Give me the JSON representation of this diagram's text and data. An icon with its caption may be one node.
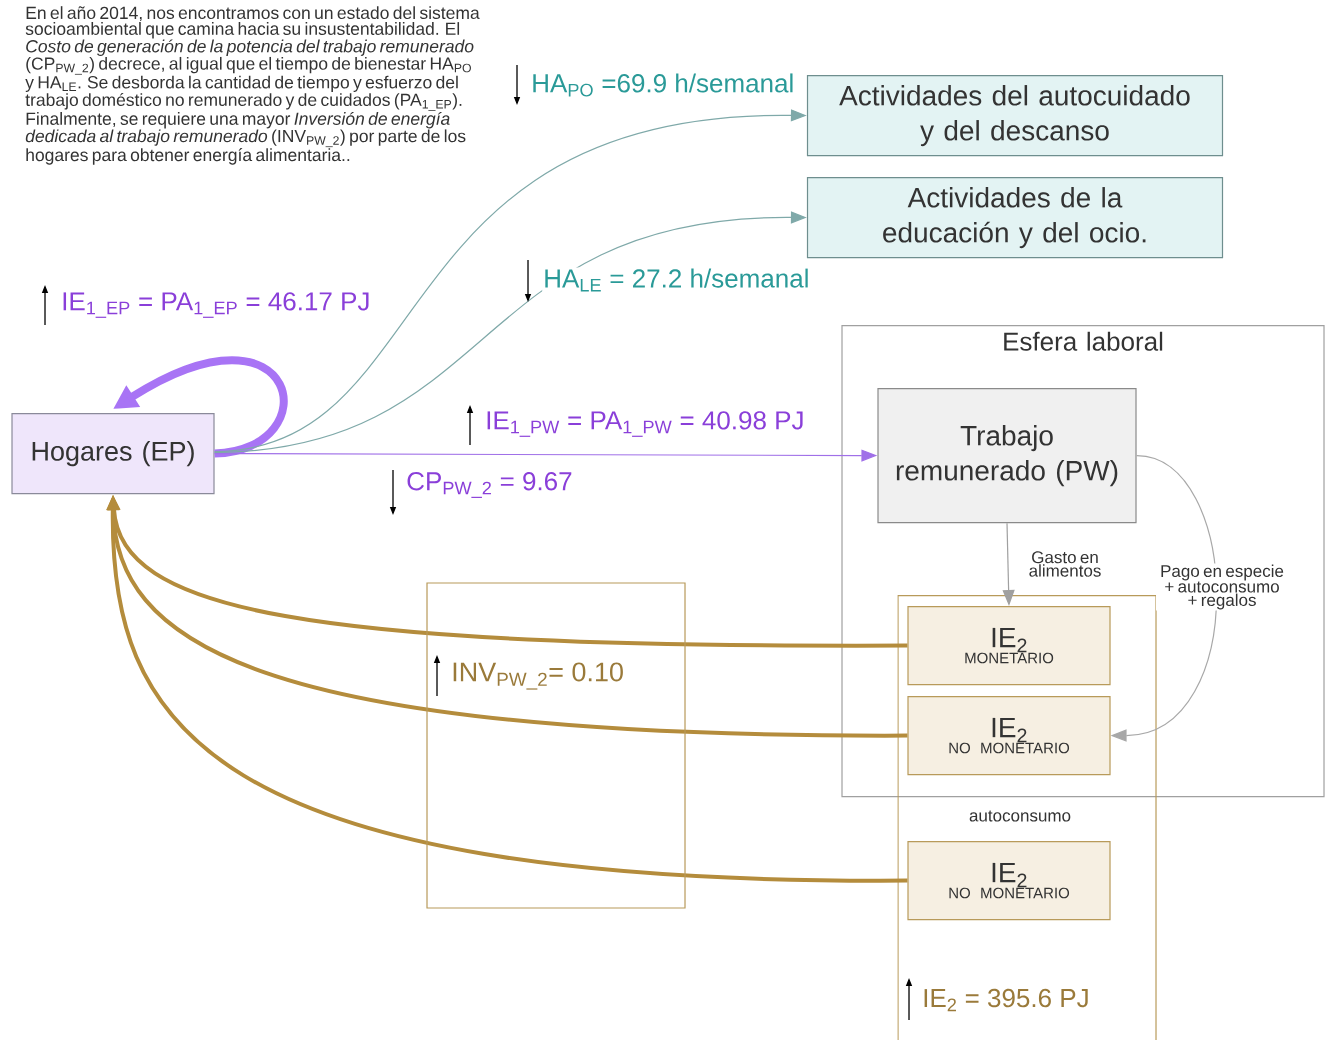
{
  "diagram": {
    "nodes": [
      {
        "text": [
          "Hogares (EP)"
        ]
      },
      {
        "text": [
          "Actividades del autocuidado y del descanso"
        ]
      },
      {
        "text": [
          "Actividades de la educación y del ocio."
        ]
      },
      {
        "text": [
          "Esfera laboral"
        ]
      },
      {
        "text": [
          "Trabajo remunerado (PW)"
        ],
        "in": 3
      },
      {
        "text": [],
        "shape": "box"
      },
      {
        "text": [
          "IE$_{2}$",
          "MONETARIO"
        ]
      },
      {
        "text": [
          "IE$_{2}$",
          "NO MONETARIO"
        ]
      },
      {
        "text": [
          "IE$_{2}$",
          "NO MONETARIO"
        ],
        "in": 5
      }
    ],
    "edges": [
      {
        "from": 0,
        "to": 0,
        "arrow": "to",
        "label": "IE$_{1_EP}$ = PA$_{1_EP}$ = 46.17 PJ",
        "style": "thick",
        "color": "#a874f5"
      },
      {
        "from": 0,
        "to": 1,
        "arrow": "to",
        "label": "HA$_{PO}$ =69.9 h/semanal",
        "color": "#7fa9a9"
      },
      {
        "from": 0,
        "to": 2,
        "arrow": "to",
        "label": "HA$_{LE}$ = 27.2 h/semanal",
        "color": "#7fa9a9"
      },
      {
        "from": 0,
        "to": 4,
        "arrow": "to",
        "label": "IE$_{1_PW}$ = PA$_{1_PW}$ = 40.98 PJ",
        "color": "#a070e8"
      },
      {
        "from": 4,
        "to": 6,
        "arrow": "to",
        "label": "Gasto en alimentos",
        "color": "#a0a0a0"
      },
      {
        "from": 4,
        "to": 7,
        "arrow": "to",
        "label": "Pago en especie + autoconsumo + regalos",
        "color": "#a8a8a8"
      },
      {
        "from": 6,
        "to": 0,
        "arrow": "to",
        "style": "thick",
        "color": "#b48c3c"
      },
      {
        "from": 7,
        "to": 0,
        "arrow": "to",
        "style": "thick",
        "color": "#b48c3c"
      },
      {
        "from": 8,
        "to": 0,
        "arrow": "to",
        "style": "thick",
        "color": "#b48c3c"
      }
    ],
    "labels": [
      "En el año 2014, nos encontramos con un estado del sistema socioambiental que camina hacia su insustentabilidad. El *Costo de generación de la potencia del trabajo remunerado* (CP$_{PW_2}$) decrece, al igual que el tiempo de bienestar HA$_{PO}$ y HA$_{LE}$. Se desborda la cantidad de tiempo y esfuerzo del trabajo doméstico no remunerado y de cuidados (PA$_{1_EP}$). Finalmente, se requiere una mayor *Inversión de energía dedicada al trabajo remunerado* (INV$_{PW_2}$) por parte de los hogares para obtener energía alimentaria..",
      "CP$_{PW_2}$ = 9.67",
      "autoconsumo",
      "INV$_{PW_2}$= 0.10",
      "IE$_{2}$ = 395.6 PJ"
    ]
  }
}
